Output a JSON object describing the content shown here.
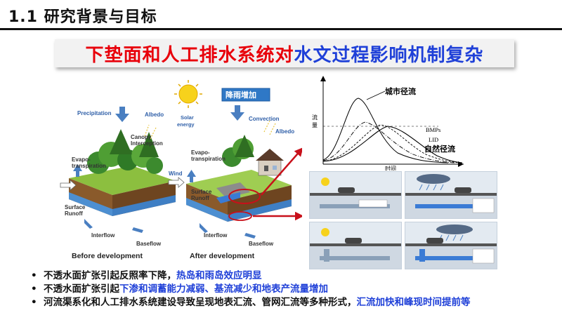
{
  "section_title": "1.1 研究背景与目标",
  "headline": {
    "part1": "下垫面和人工排水系统对",
    "part2": "水文过程影响机制复杂"
  },
  "diagram": {
    "precipitation": "Precipitation",
    "albedo": "Albedo",
    "solar_line1": "Solar",
    "solar_line2": "energy",
    "canopy_line1": "Canopy",
    "canopy_line2": "Interception",
    "evapo_line1": "Evapo-",
    "evapo_line2": "transpiration",
    "surface_line1": "Surface",
    "surface_line2": "Runoff",
    "interflow": "Interflow",
    "baseflow": "Baseflow",
    "before": "Before development",
    "rain_increase": "降雨增加",
    "convection": "Convection",
    "wind": "Wind",
    "after": "After development"
  },
  "graph": {
    "urban_runoff": "城市径流",
    "ylabel_line1": "流",
    "ylabel_line2": "量",
    "bmps": "BMPs",
    "lid": "LID",
    "natural_runoff": "自然径流",
    "xlabel": "时间"
  },
  "bullets": [
    {
      "plain": "不透水面扩张引起反照率下降，",
      "blue": "热岛和雨岛效应明显"
    },
    {
      "plain": "不透水面扩张引起",
      "blue": "下渗和调蓄能力减弱、基流减少和地表产流量增加"
    },
    {
      "plain": "河流渠系化和人工排水系统建设导致呈现地表汇流、管网汇流等多种形式，",
      "blue": "汇流加快和峰现时间提前等"
    }
  ],
  "colors": {
    "red": "#e8000b",
    "blue": "#1f40d8",
    "arrow_blue": "#4a7fc1",
    "sun": "#f7d21c"
  }
}
